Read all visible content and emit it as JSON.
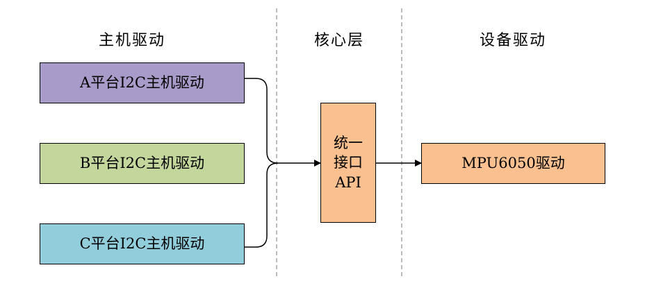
{
  "columns": {
    "host": "主机驱动",
    "core": "核心层",
    "device": "设备驱动"
  },
  "boxes": {
    "host_a": "A平台I2C主机驱动",
    "host_b": "B平台I2C主机驱动",
    "host_c": "C平台I2C主机驱动",
    "core_line1": "统一",
    "core_line2": "接口",
    "core_line3": "API",
    "device": "MPU6050驱动"
  },
  "colors": {
    "host_a": "#a99bc9",
    "host_b": "#c3d69b",
    "host_c": "#92cddc",
    "core": "#fac090",
    "device": "#fac090",
    "divider": "#a6a6a6"
  }
}
